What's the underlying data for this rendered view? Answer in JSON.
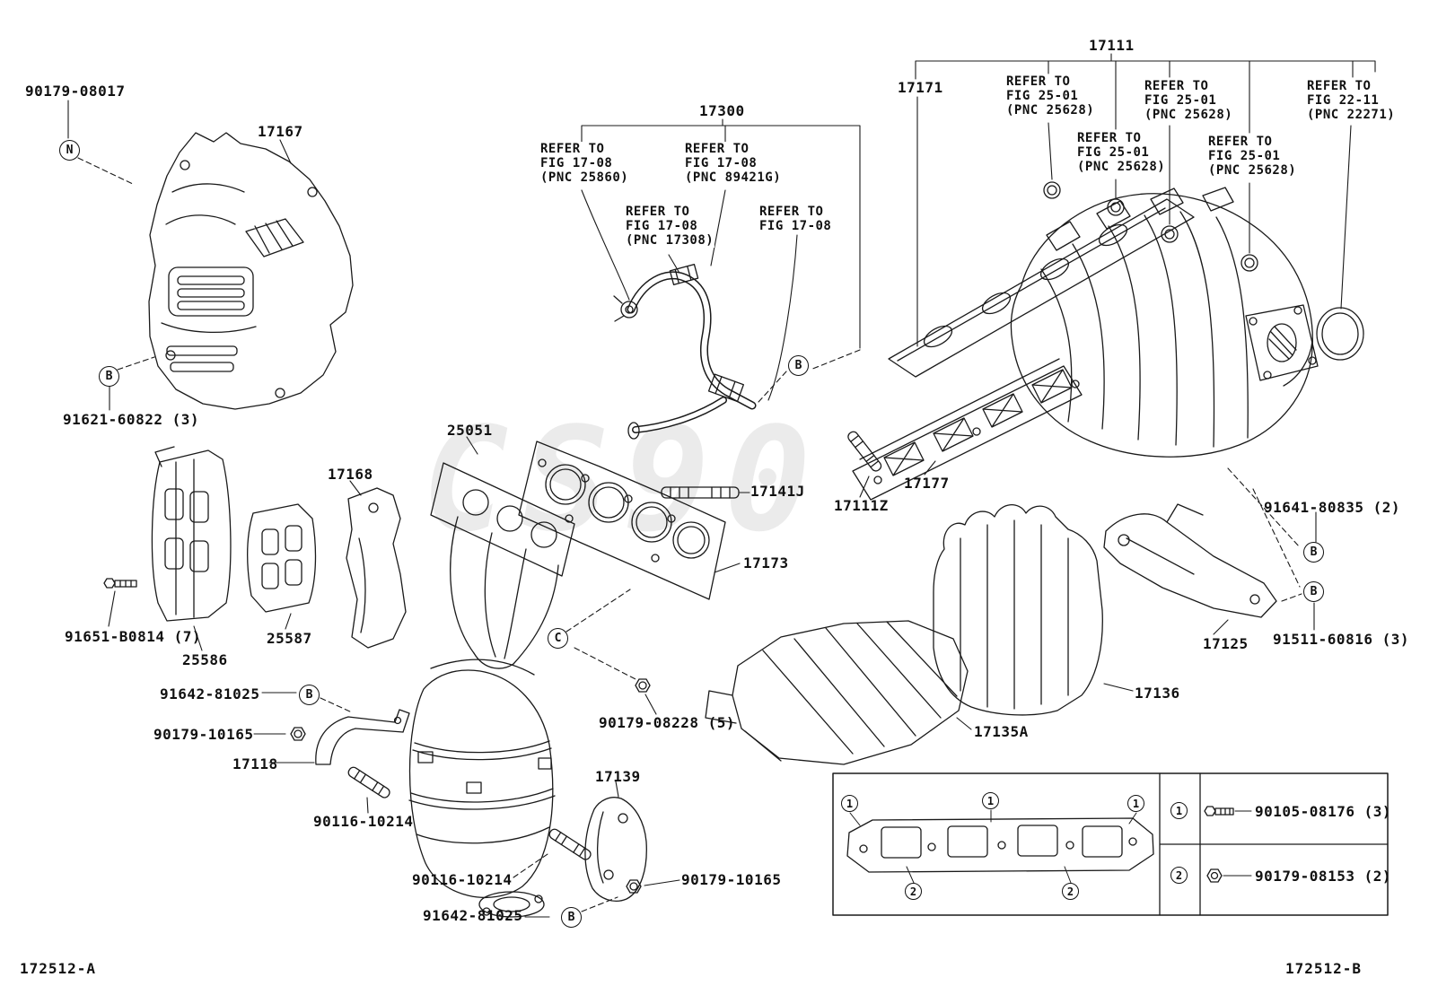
{
  "watermark": "CS90",
  "footer": {
    "left": "172512-A",
    "right": "172512-B"
  },
  "labels": {
    "p90179_08017": "90179-08017",
    "p17167": "17167",
    "p17300": "17300",
    "p17171": "17171",
    "p17111": "17111",
    "p91621_60822": "91621-60822 (3)",
    "p25051": "25051",
    "p17168": "17168",
    "p17141J": "17141J",
    "p17111Z": "17111Z",
    "p17177": "17177",
    "p91641_80835": "91641-80835 (2)",
    "p17173": "17173",
    "p91651_B0814": "91651-B0814 (7)",
    "p25586": "25586",
    "p25587": "25587",
    "p17125": "17125",
    "p91511_60816": "91511-60816 (3)",
    "p17136": "17136",
    "p91642_81025_top": "91642-81025",
    "p90179_10165_left": "90179-10165",
    "p17118": "17118",
    "p90179_08228": "90179-08228 (5)",
    "p17135A": "17135A",
    "p90116_10214_top": "90116-10214",
    "p17139": "17139",
    "p90116_10214_bottom": "90116-10214",
    "p90179_10165_right": "90179-10165",
    "p91642_81025_bottom": "91642-81025"
  },
  "refs": {
    "fig1708_25860": "REFER TO\nFIG 17-08\n(PNC 25860)",
    "fig1708_89421G": "REFER TO\nFIG 17-08\n(PNC 89421G)",
    "fig1708_17308": "REFER TO\nFIG 17-08\n(PNC 17308)",
    "fig1708": "REFER TO\nFIG 17-08",
    "fig2501_a": "REFER TO\nFIG 25-01\n(PNC 25628)",
    "fig2501_b": "REFER TO\nFIG 25-01\n(PNC 25628)",
    "fig2501_c": "REFER TO\nFIG 25-01\n(PNC 25628)",
    "fig2501_d": "REFER TO\nFIG 25-01\n(PNC 25628)",
    "fig2211": "REFER TO\nFIG 22-11\n(PNC 22271)"
  },
  "markers": {
    "N": "N",
    "B": "B",
    "C": "C"
  },
  "legend": {
    "rows": [
      {
        "num": "1",
        "icon": "bolt-icon",
        "part": "90105-08176 (3)"
      },
      {
        "num": "2",
        "icon": "nut-icon",
        "part": "90179-08153 (2)"
      }
    ],
    "gasket_markers": {
      "top": [
        "1",
        "1",
        "1"
      ],
      "bottom": [
        "2",
        "2"
      ]
    }
  }
}
